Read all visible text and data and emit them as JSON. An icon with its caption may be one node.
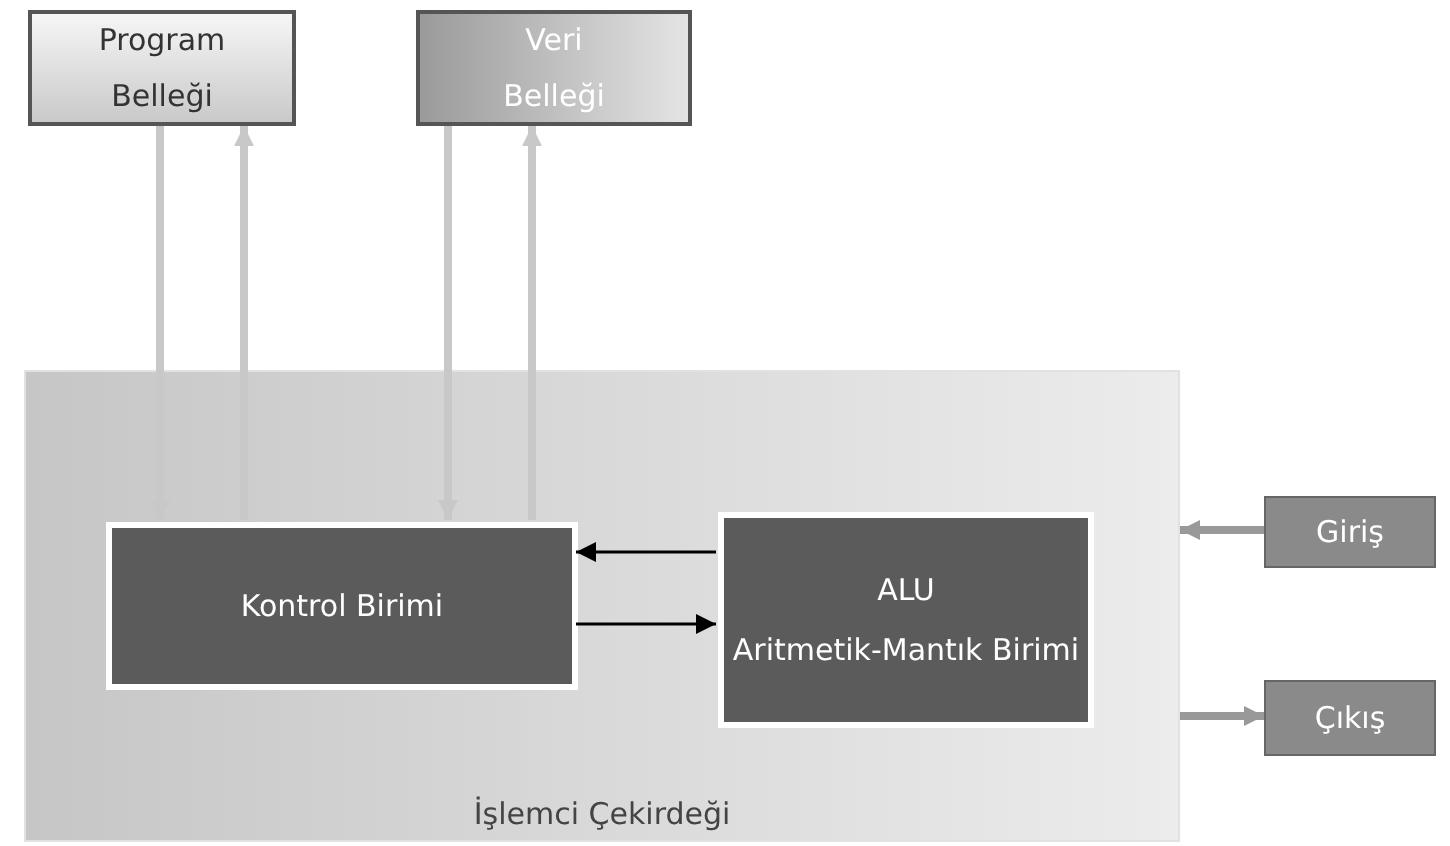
{
  "diagram": {
    "nodes": [
      {
        "text": [
          "Program Belleği"
        ]
      },
      {
        "text": [
          "Veri Belleği"
        ]
      },
      {
        "text": [
          "İşlemci Çekirdeği"
        ]
      },
      {
        "text": [
          "Kontrol Birimi"
        ],
        "in": 2
      },
      {
        "text": [
          "ALU",
          "Aritmetik-Mantık Birimi"
        ],
        "in": 2
      },
      {
        "text": [
          "Giriş"
        ]
      },
      {
        "text": [
          "Çıkış"
        ]
      }
    ],
    "edges": [
      {
        "from": 0,
        "to": 3,
        "arrow": "to"
      },
      {
        "from": 3,
        "to": 0,
        "arrow": "to"
      },
      {
        "from": 1,
        "to": 3,
        "arrow": "to"
      },
      {
        "from": 3,
        "to": 1,
        "arrow": "to"
      },
      {
        "from": 4,
        "to": 3,
        "arrow": "to",
        "color": "#000000"
      },
      {
        "from": 3,
        "to": 4,
        "arrow": "to",
        "color": "#000000"
      },
      {
        "from": 5,
        "to": 2,
        "arrow": "to",
        "color": "#999999"
      },
      {
        "from": 2,
        "to": 6,
        "arrow": "to",
        "color": "#999999"
      }
    ]
  }
}
